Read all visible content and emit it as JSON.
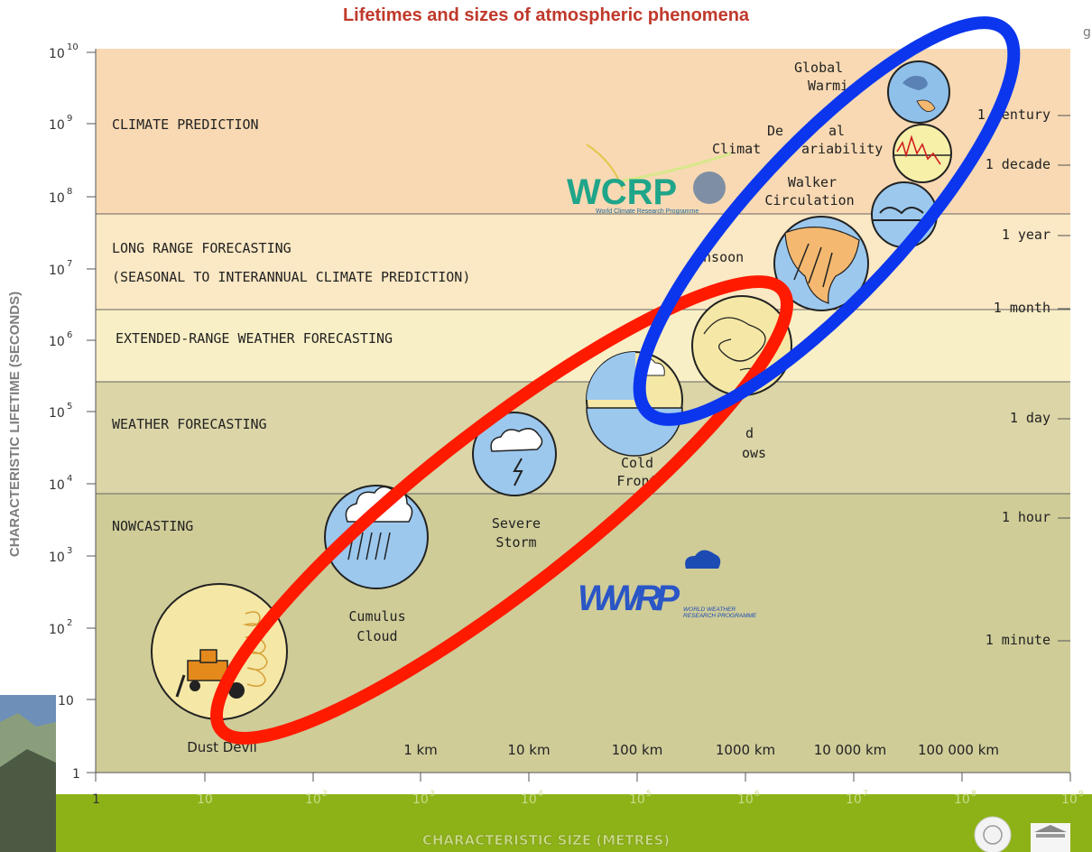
{
  "title": "Lifetimes and sizes of atmospheric phenomena",
  "y_axis_label": "CHARACTERISTIC LIFETIME (SECONDS)",
  "x_axis_label": "CHARACTERISTIC SIZE (METRES)",
  "y_ticks": [
    {
      "exp": "10",
      "base": "10"
    },
    {
      "exp": "9",
      "base": "10"
    },
    {
      "exp": "8",
      "base": "10"
    },
    {
      "exp": "7",
      "base": "10"
    },
    {
      "exp": "6",
      "base": "10"
    },
    {
      "exp": "5",
      "base": "10"
    },
    {
      "exp": "4",
      "base": "10"
    },
    {
      "exp": "3",
      "base": "10"
    },
    {
      "exp": "2",
      "base": "10"
    },
    {
      "exp": "",
      "base": "10"
    },
    {
      "exp": "",
      "base": "1"
    }
  ],
  "x_ticks": [
    {
      "base": "1",
      "exp": ""
    },
    {
      "base": "10",
      "exp": ""
    },
    {
      "base": "10",
      "exp": "2"
    },
    {
      "base": "10",
      "exp": "3"
    },
    {
      "base": "10",
      "exp": "4"
    },
    {
      "base": "10",
      "exp": "5"
    },
    {
      "base": "10",
      "exp": "6"
    },
    {
      "base": "10",
      "exp": "7"
    },
    {
      "base": "10",
      "exp": "8"
    },
    {
      "base": "10",
      "exp": "9"
    }
  ],
  "size_labels": [
    "1 km",
    "10 km",
    "100 km",
    "1000 km",
    "10 000 km",
    "100 000 km"
  ],
  "time_labels": [
    "1 century",
    "1 decade",
    "1 year",
    "1 month",
    "1 day",
    "1 hour",
    "1 minute"
  ],
  "bands": [
    {
      "label": "CLIMATE PREDICTION",
      "color": "#f8d9b3"
    },
    {
      "label": "LONG RANGE FORECASTING",
      "label2": "(SEASONAL TO INTERANNUAL CLIMATE PREDICTION)",
      "color": "#fbe8c4"
    },
    {
      "label": "EXTENDED-RANGE WEATHER FORECASTING",
      "color": "#f9efc6"
    },
    {
      "label": "WEATHER FORECASTING",
      "color": "#dbd5a7"
    },
    {
      "label": "NOWCASTING",
      "color": "#cfcc98"
    }
  ],
  "phenomena": {
    "dust_devil": "Dust Devil",
    "cumulus": [
      "Cumulus",
      "Cloud"
    ],
    "severe_storm": [
      "Severe",
      "Storm"
    ],
    "cold_front": [
      "Cold",
      "Front"
    ],
    "lows_partial": [
      "d",
      "ows"
    ],
    "monsoon_partial": "onsoon",
    "walker": [
      "Walker",
      "Circulation"
    ],
    "decadal": [
      "De",
      "al",
      "Climat",
      "ariability"
    ],
    "global": [
      "Global",
      "Warmi"
    ]
  },
  "logos": {
    "wcrp": "WCRP",
    "wcrp_sub": "World Climate Research Programme",
    "wwrp": "WWRP",
    "wwrp_sub1": "WORLD WEATHER",
    "wwrp_sub2": "RESEARCH PROGRAMME"
  },
  "colors": {
    "title": "#c0392b",
    "blue_ellipse": "#0b36ee",
    "red_ellipse": "#ff1a00",
    "circle_fill": "#9cc8ee",
    "footer_green": "#8db217",
    "wcrp_green": "#1fa58a"
  }
}
